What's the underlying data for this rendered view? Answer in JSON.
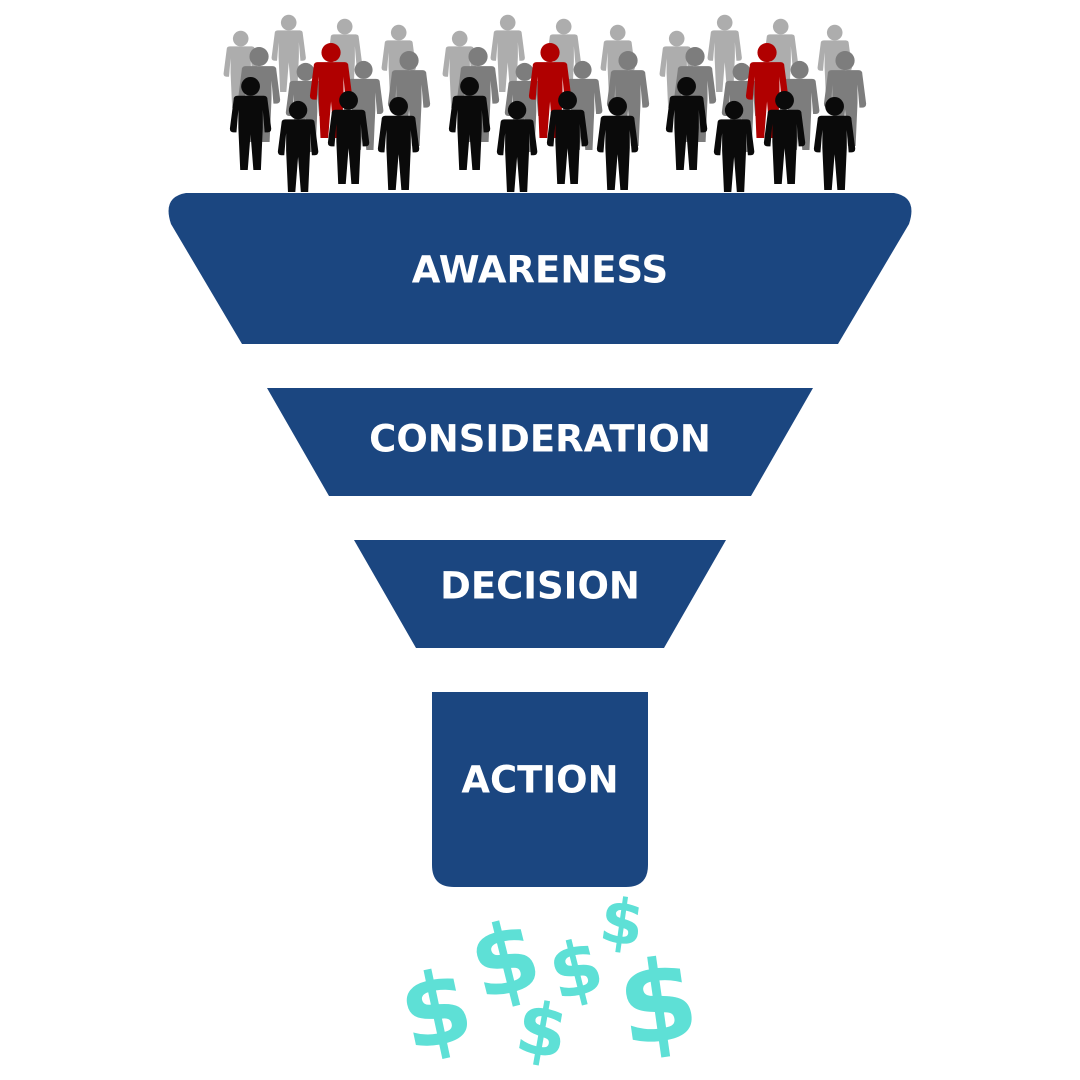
{
  "colors": {
    "funnel": "#1b4680",
    "label": "#ffffff",
    "money": "#5ee0d6",
    "person_light": "#adadad",
    "person_mid": "#7d7d7d",
    "person_red": "#b00000",
    "person_dark": "#0a0a0a"
  },
  "funnel": {
    "stages": [
      {
        "label": "AWARENESS"
      },
      {
        "label": "CONSIDERATION"
      },
      {
        "label": "DECISION"
      },
      {
        "label": "ACTION"
      }
    ]
  },
  "money": {
    "symbol": "$",
    "icon": "dollar-sign-icon"
  },
  "crowd": {
    "icon": "person-icon"
  }
}
